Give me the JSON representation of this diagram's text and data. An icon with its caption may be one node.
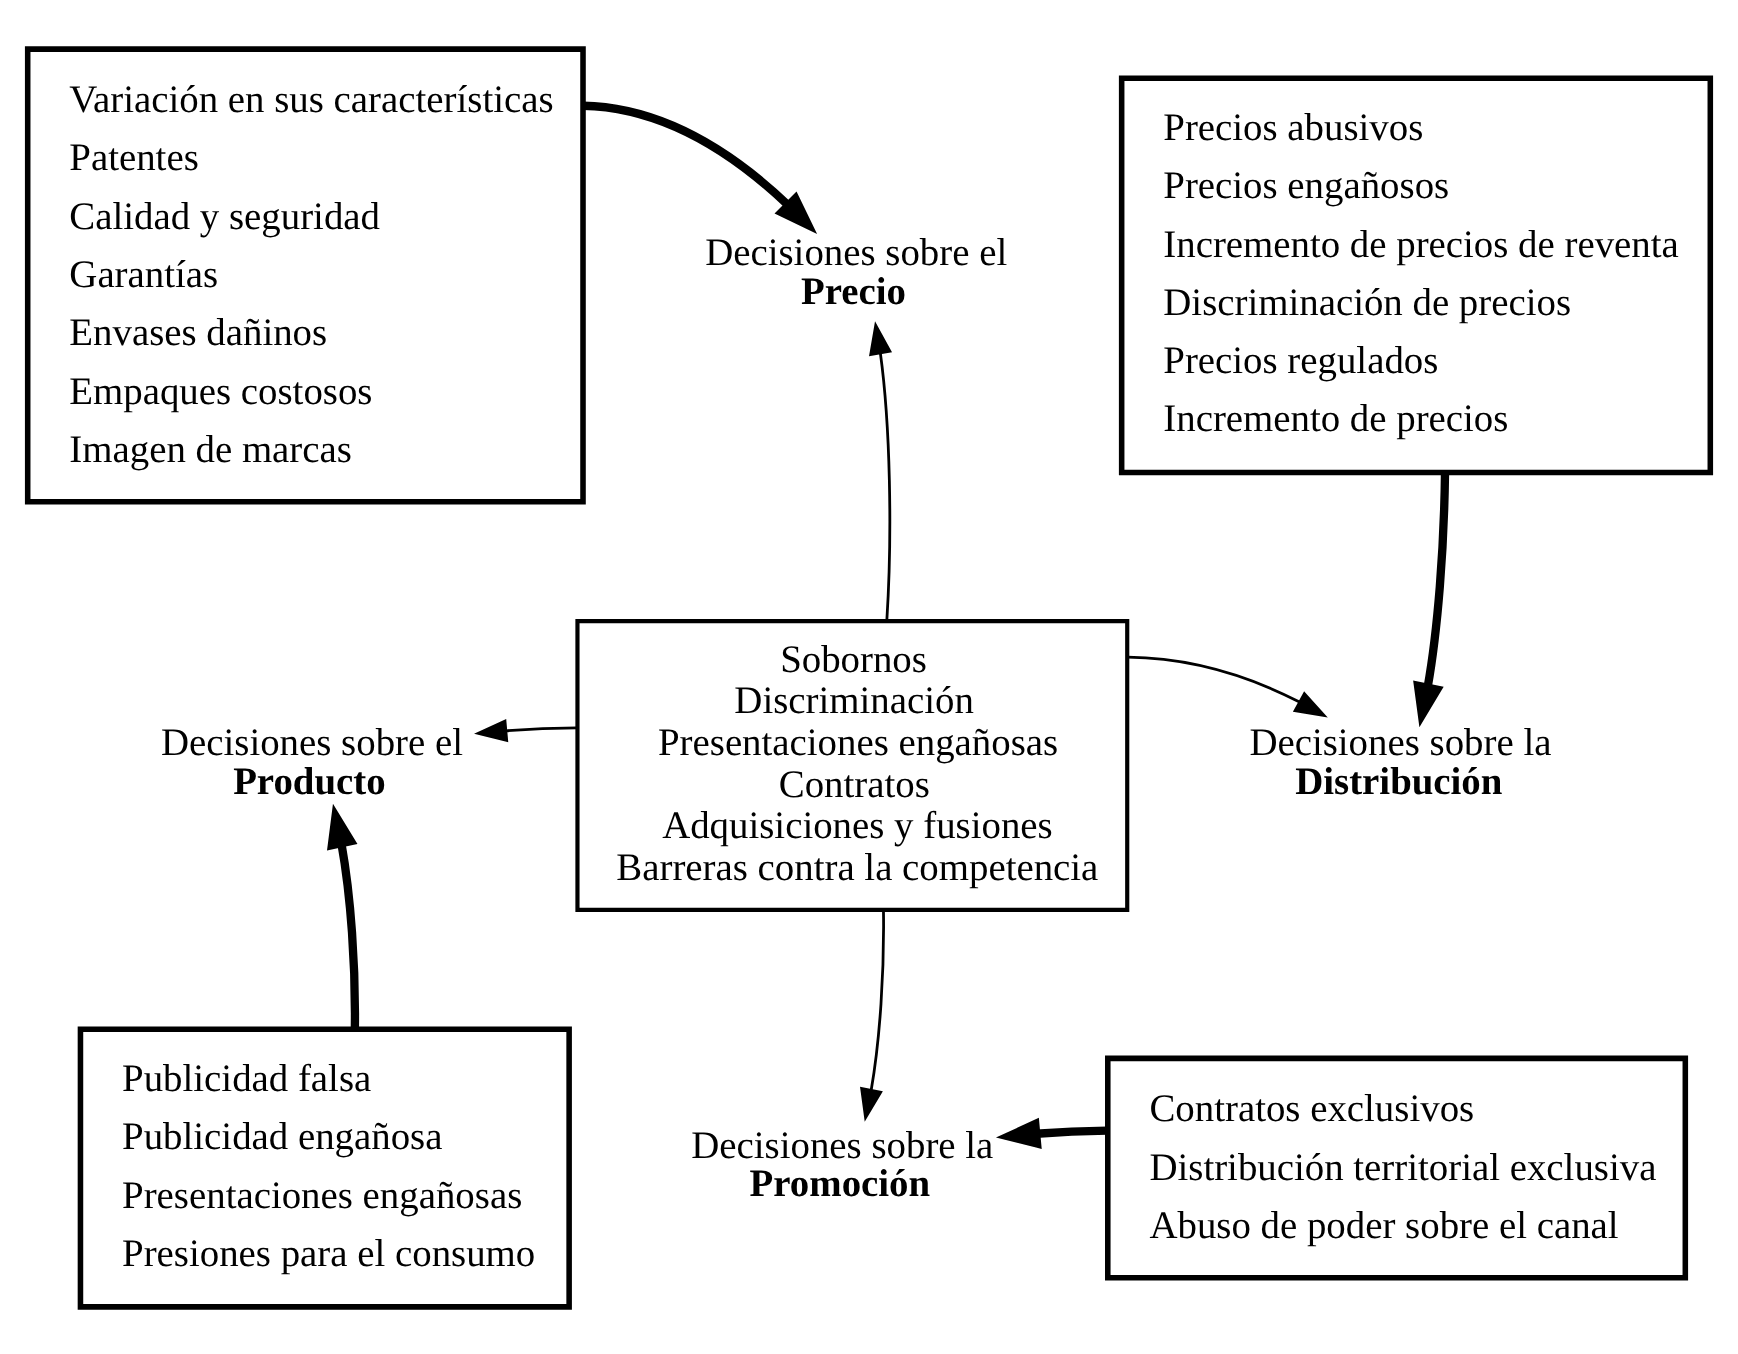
{
  "diagram": {
    "nodes": [
      {
        "text": [
          "Variación en sus características",
          "Patentes",
          "Calidad y seguridad",
          "Garantías",
          "Envases dañinos",
          "Empaques costosos",
          "Imagen de marcas"
        ]
      },
      {
        "text": [
          "Decisiones sobre el **Precio**"
        ]
      },
      {
        "text": [
          "Precios abusivos",
          "Precios engañosos",
          "Incremento de precios de reventa",
          "Discriminación de precios",
          "Precios regulados",
          "Incremento de precios"
        ]
      },
      {
        "text": [
          "Decisiones sobre la **Distribución**"
        ]
      },
      {
        "text": [
          "Contratos exclusivos",
          "Distribución territorial exclusiva",
          "Abuso de poder sobre el canal"
        ]
      },
      {
        "text": [
          "Decisiones sobre la **Promoción**"
        ]
      },
      {
        "text": [
          "Publicidad falsa",
          "Publicidad engañosa",
          "Presentaciones engañosas",
          "Presiones para el consumo"
        ]
      },
      {
        "text": [
          "Decisiones sobre el **Producto**"
        ]
      },
      {
        "text": [
          "Sobornos",
          "Discriminación",
          "Presentaciones engañosas",
          "Contratos",
          "Adquisiciones y fusiones",
          "Barreras contra la competencia"
        ]
      }
    ],
    "edges": [
      {
        "from": 0,
        "to": 1,
        "arrow": "to",
        "style": "thick"
      },
      {
        "from": 2,
        "to": 3,
        "arrow": "to",
        "style": "thick"
      },
      {
        "from": 4,
        "to": 5,
        "arrow": "to",
        "style": "thick"
      },
      {
        "from": 6,
        "to": 7,
        "arrow": "to",
        "style": "thick"
      },
      {
        "from": 8,
        "to": 1,
        "arrow": "to"
      },
      {
        "from": 8,
        "to": 3,
        "arrow": "to"
      },
      {
        "from": 8,
        "to": 5,
        "arrow": "to"
      },
      {
        "from": 8,
        "to": 7,
        "arrow": "to"
      }
    ]
  }
}
